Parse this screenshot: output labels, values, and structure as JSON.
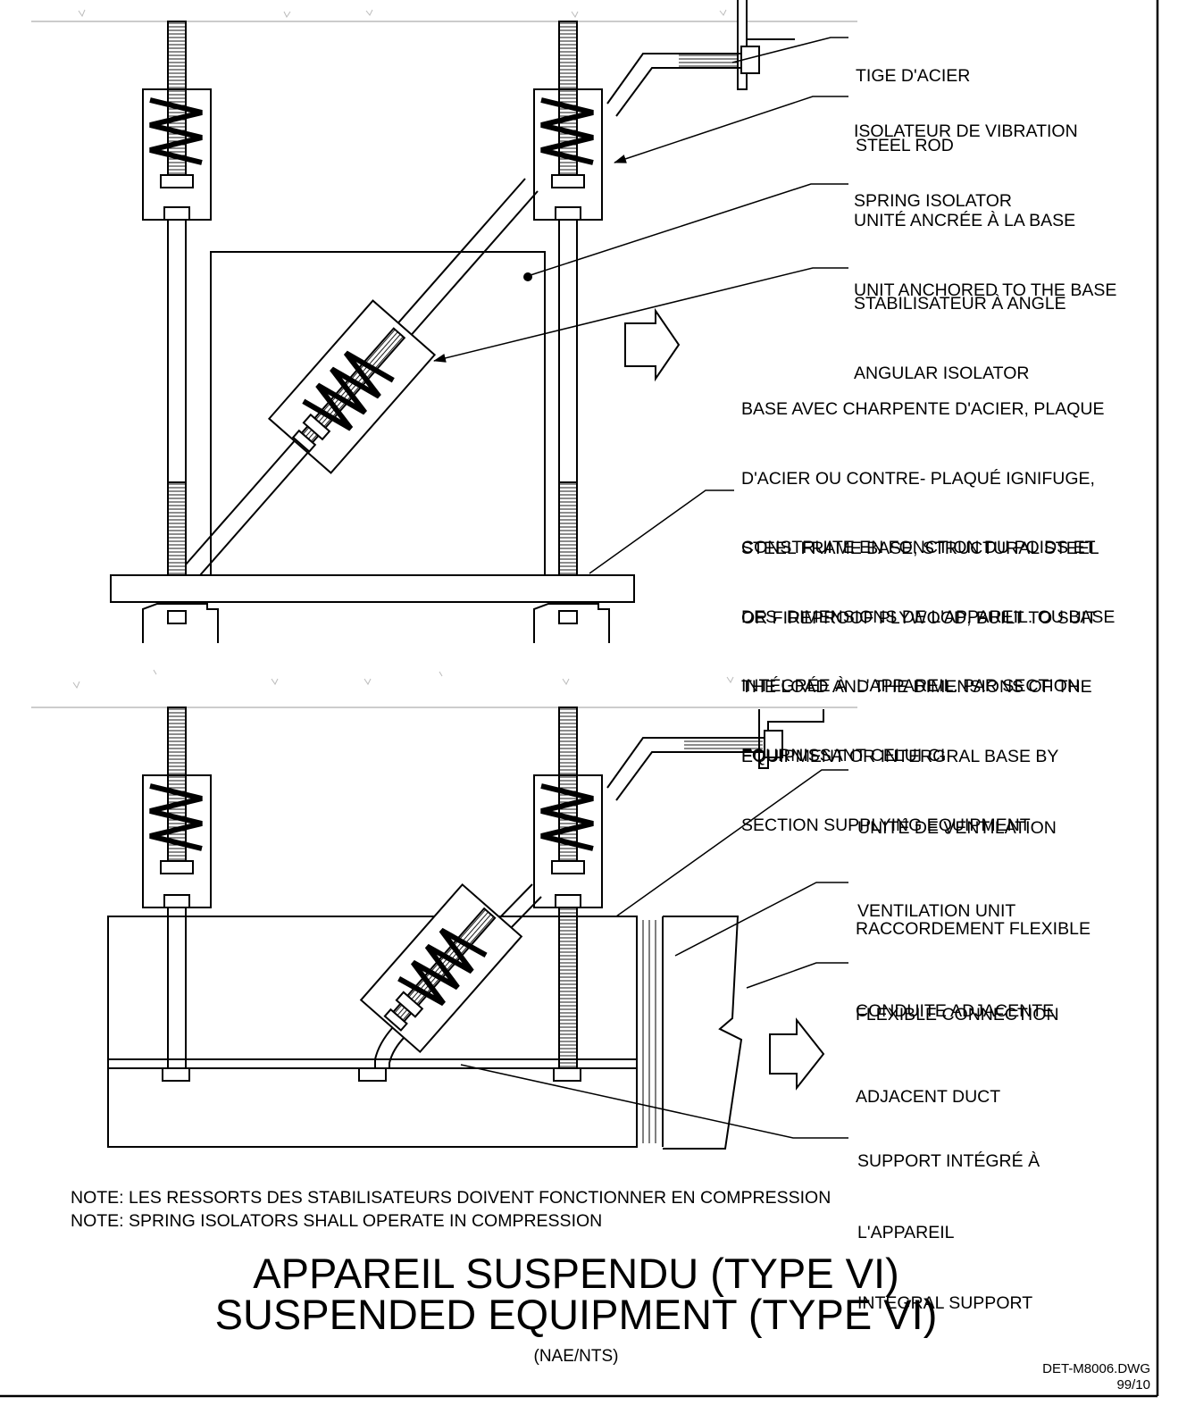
{
  "callouts_top": {
    "rod": {
      "fr": "TIGE D'ACIER",
      "en": "STEEL ROD"
    },
    "spring": {
      "fr": "ISOLATEUR DE VIBRATION",
      "en": "SPRING ISOLATOR"
    },
    "anchored": {
      "fr": "UNITÉ ANCRÉE À LA BASE",
      "en": "UNIT ANCHORED TO THE BASE"
    },
    "angular": {
      "fr": "STABILISATEUR À ANGLE",
      "en": "ANGULAR ISOLATOR"
    },
    "base_fr": [
      "BASE AVEC CHARPENTE D'ACIER, PLAQUE",
      "D'ACIER OU CONTRE- PLAQUÉ IGNIFUGE,",
      "CONSTRUITE EN FONCTION DU POIDS ET",
      "DES  DIMENSIONS DE L'APPAREIL. OU BASE",
      "INTÉGRÉE À  L'APPAREIL. PAR SECTION",
      "FOURNISSANT CELUI-CI"
    ],
    "base_en": [
      "STEEL FRAME BASE, STRUCTURAL STEEL",
      "OR FIREPROOF PLYWOOD, BUILT TO SUIT",
      "THE LOAD AND THE DIMENSIONS OF THE",
      "EQUIPMENT OR INTERGRAL BASE BY",
      "SECTION SUPPLYING EQUIPMENT"
    ]
  },
  "callouts_bottom": {
    "vent": {
      "fr": "UNITÉ DE VENTILATION",
      "en": "VENTILATION UNIT"
    },
    "flex": {
      "fr": "RACCORDEMENT FLEXIBLE",
      "en": "FLEXIBLE CONNECTION"
    },
    "duct": {
      "fr": "CONDUITE ADJACENTE",
      "en": "ADJACENT DUCT"
    },
    "support": [
      "SUPPORT INTÉGRÉ À",
      "L'APPAREIL",
      "INTEGRAL SUPPORT"
    ]
  },
  "notes": {
    "fr": "NOTE: LES RESSORTS DES STABILISATEURS DOIVENT FONCTIONNER EN COMPRESSION",
    "en": "NOTE: SPRING ISOLATORS SHALL OPERATE IN COMPRESSION"
  },
  "title": {
    "fr": "APPAREIL SUSPENDU (TYPE VI)",
    "en": "SUSPENDED EQUIPMENT (TYPE VI)",
    "scale": "(NAE/NTS)"
  },
  "drawing": {
    "file": "DET-M8006.DWG",
    "rev": "99/10"
  }
}
